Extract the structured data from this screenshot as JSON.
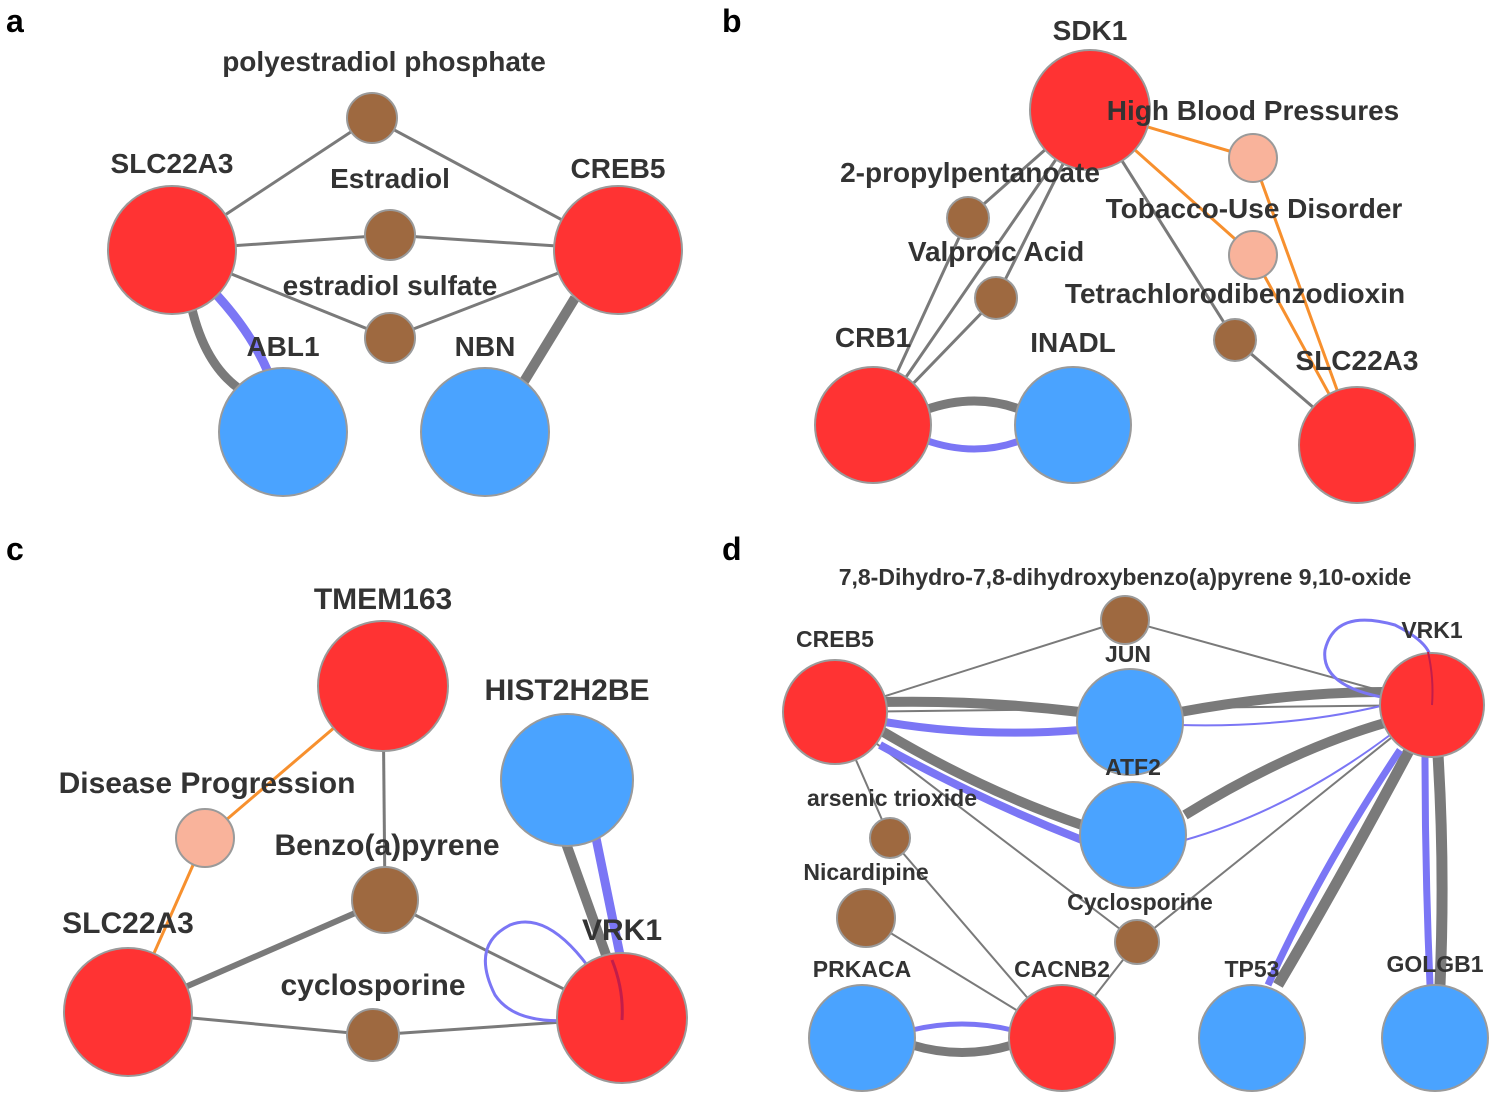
{
  "colors": {
    "gene_disease": "#ff3333",
    "gene_protein": "#4aa3ff",
    "chemical": "#9e6940",
    "disease": "#f9b39b",
    "edge_gray": "#7a7a7a",
    "edge_blue": "#7b76f5",
    "edge_orange": "#f7902e",
    "node_stroke": "#9a9a9a"
  },
  "panels": [
    {
      "letter": "a",
      "nodes": [
        {
          "id": "pep",
          "label": "polyestradiol phosphate",
          "kind": "chemical"
        },
        {
          "id": "est",
          "label": "Estradiol",
          "kind": "chemical"
        },
        {
          "id": "ess",
          "label": "estradiol sulfate",
          "kind": "chemical"
        },
        {
          "id": "slc",
          "label": "SLC22A3",
          "kind": "gene_disease"
        },
        {
          "id": "creb5",
          "label": "CREB5",
          "kind": "gene_disease"
        },
        {
          "id": "abl1",
          "label": "ABL1",
          "kind": "gene_protein"
        },
        {
          "id": "nbn",
          "label": "NBN",
          "kind": "gene_protein"
        }
      ]
    },
    {
      "letter": "b",
      "nodes": [
        {
          "id": "sdk1",
          "label": "SDK1",
          "kind": "gene_disease"
        },
        {
          "id": "hbp",
          "label": "High Blood Pressures",
          "kind": "disease"
        },
        {
          "id": "tud",
          "label": "Tobacco-Use Disorder",
          "kind": "disease"
        },
        {
          "id": "ppn",
          "label": "2-propylpentanoate",
          "kind": "chemical"
        },
        {
          "id": "vpa",
          "label": "Valproic Acid",
          "kind": "chemical"
        },
        {
          "id": "tcdd",
          "label": "Tetrachlorodibenzodioxin",
          "kind": "chemical"
        },
        {
          "id": "crb1",
          "label": "CRB1",
          "kind": "gene_disease"
        },
        {
          "id": "inadl",
          "label": "INADL",
          "kind": "gene_protein"
        },
        {
          "id": "slc",
          "label": "SLC22A3",
          "kind": "gene_disease"
        }
      ]
    },
    {
      "letter": "c",
      "nodes": [
        {
          "id": "tmem",
          "label": "TMEM163",
          "kind": "gene_disease"
        },
        {
          "id": "hist",
          "label": "HIST2H2BE",
          "kind": "gene_protein"
        },
        {
          "id": "dp",
          "label": "Disease Progression",
          "kind": "disease"
        },
        {
          "id": "bap",
          "label": "Benzo(a)pyrene",
          "kind": "chemical"
        },
        {
          "id": "slc",
          "label": "SLC22A3",
          "kind": "gene_disease"
        },
        {
          "id": "vrk1",
          "label": "VRK1",
          "kind": "gene_disease"
        },
        {
          "id": "cyc",
          "label": "cyclosporine",
          "kind": "chemical"
        }
      ]
    },
    {
      "letter": "d",
      "nodes": [
        {
          "id": "bpde",
          "label": "7,8-Dihydro-7,8-dihydroxybenzo(a)pyrene 9,10-oxide",
          "kind": "chemical"
        },
        {
          "id": "creb5",
          "label": "CREB5",
          "kind": "gene_disease"
        },
        {
          "id": "jun",
          "label": "JUN",
          "kind": "gene_protein"
        },
        {
          "id": "vrk1",
          "label": "VRK1",
          "kind": "gene_disease"
        },
        {
          "id": "atf2",
          "label": "ATF2",
          "kind": "gene_protein"
        },
        {
          "id": "ars",
          "label": "arsenic trioxide",
          "kind": "chemical"
        },
        {
          "id": "nic",
          "label": "Nicardipine",
          "kind": "chemical"
        },
        {
          "id": "cyc",
          "label": "Cyclosporine",
          "kind": "chemical"
        },
        {
          "id": "prkaca",
          "label": "PRKACA",
          "kind": "gene_protein"
        },
        {
          "id": "cacnb2",
          "label": "CACNB2",
          "kind": "gene_disease"
        },
        {
          "id": "tp53",
          "label": "TP53",
          "kind": "gene_protein"
        },
        {
          "id": "golgb1",
          "label": "GOLGB1",
          "kind": "gene_protein"
        }
      ]
    }
  ]
}
